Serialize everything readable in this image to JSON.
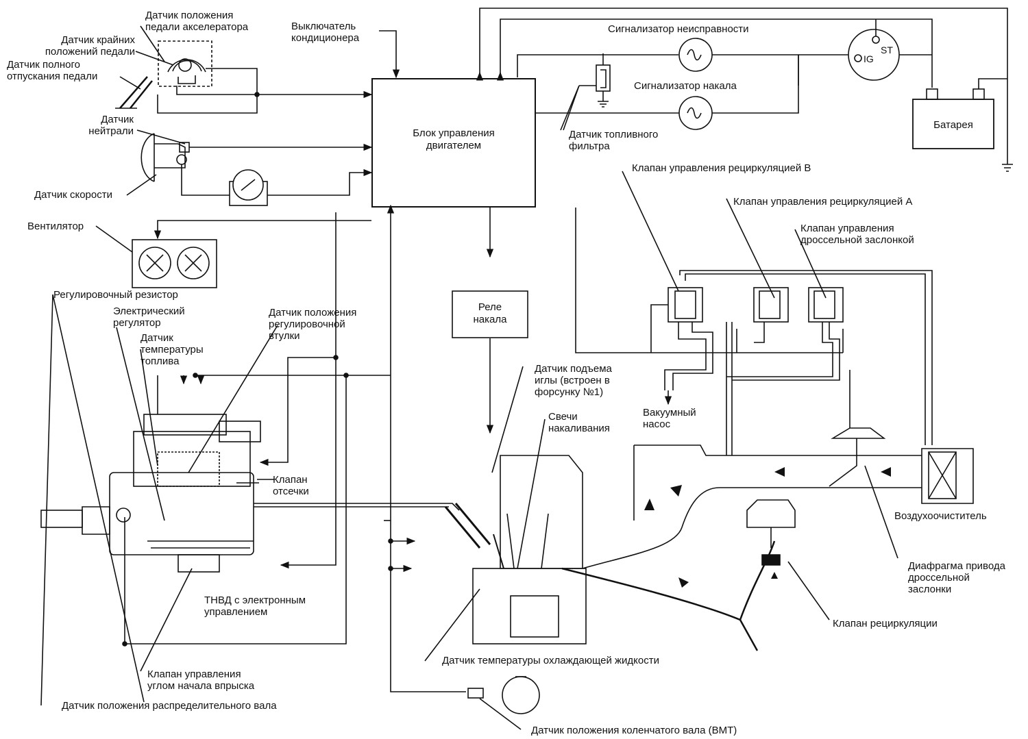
{
  "labels": {
    "pedal_position": "Датчик положения\nпедали акселератора",
    "pedal_limit": "Датчик крайних\nположений педали",
    "pedal_release": "Датчик полного\nотпускания педали",
    "ac_switch": "Выключатель\nкондиционера",
    "neutral": "Датчик\nнейтрали",
    "speed": "Датчик скорости",
    "fan": "Вентилятор",
    "adj_resistor": "Регулировочный резистор",
    "elec_governor": "Электрический\nрегулятор",
    "fuel_temp": "Датчик\nтемпературы\nтоплива",
    "sleeve_position": "Датчик положения\nрегулировочной\nвтулки",
    "cutoff_valve": "Клапан\nотсечки",
    "pump": "ТНВД с электронным\nуправлением",
    "timing_valve": "Клапан управления\nуглом начала впрыска",
    "camshaft": "Датчик положения распределительного вала",
    "glow_relay": "Реле\nнакала",
    "needle_lift": "Датчик подъема\nиглы (встроен в\nфорсунку №1)",
    "glow_plugs": "Свечи\nнакаливания",
    "coolant_temp": "Датчик температуры охлаждающей жидкости",
    "crankshaft": "Датчик положения коленчатого вала (ВМТ)",
    "malfunction_lamp": "Сигнализатор неисправности",
    "glow_lamp": "Сигнализатор накала",
    "fuel_filter": "Датчик топливного\nфильтра",
    "battery": "Батарея",
    "egr_b": "Клапан управления рециркуляцией B",
    "egr_a": "Клапан управления рециркуляцией A",
    "throttle_valve": "Клапан управления\nдроссельной заслонкой",
    "vacuum_pump": "Вакуумный\nнасос",
    "air_cleaner": "Воздухоочиститель",
    "throttle_diaphragm": "Диафрагма привода\nдроссельной\nзаслонки",
    "egr_valve": "Клапан рециркуляции",
    "ecu": "Блок управления\nдвигателем",
    "ig": "IG",
    "st": "ST"
  }
}
